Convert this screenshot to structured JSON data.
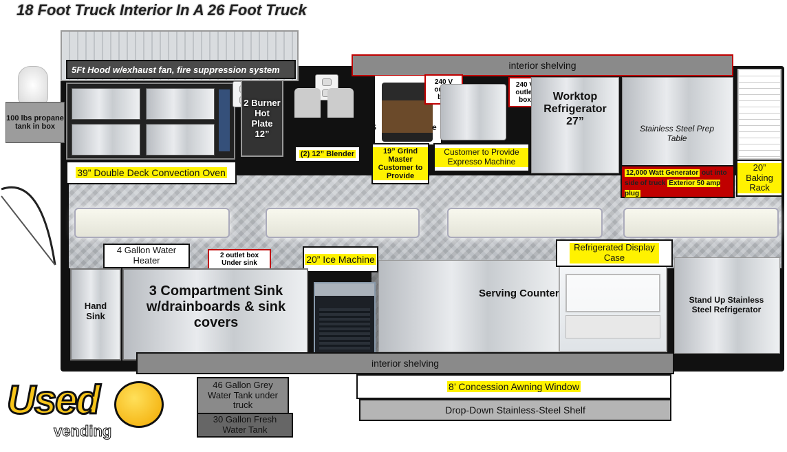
{
  "title": "18 Foot Truck Interior In A 26 Foot Truck",
  "labels": {
    "hood": "5Ft Hood w/exhaust fan, fire suppression  system",
    "interior_shelving_top": "interior shelving",
    "propane": "100 lbs propane tank in box",
    "burner": "2 Burner Hot Plate 12”",
    "blender": "(2) 12” Blender",
    "outlet_240_1": "240 V outlet box",
    "outlet_240_2": "240 V outlet box",
    "worktop_fridge": "Worktop Refrigerator 27”",
    "prep_table": "Stainless Steel Prep Table",
    "grind_master": "19” Grind Master Customer to Provide",
    "espresso": "Customer to Provide Expresso Machine",
    "oven": "39” Double Deck Convection Oven",
    "generator_a": "12,000 Watt Generator",
    "generator_b": "out into side of truck",
    "generator_c": "Exterior 50 amp plug",
    "baking_rack": "20” Baking Rack",
    "water_heater": "4 Gallon Water Heater",
    "outlet_under_sink": "2 outlet box Under sink",
    "ice_machine": "20” Ice Machine",
    "display_case": "Refrigerated Display Case",
    "hand_sink": "Hand Sink",
    "comp_sink": "3 Compartment Sink w/drainboards & sink covers",
    "serving_counter": "Serving Counter",
    "standup_fridge": "Stand Up Stainless Steel Refrigerator",
    "interior_shelving_bottom": "interior shelving",
    "grey_tank": "46 Gallon Grey Water Tank under truck",
    "awning": "8’ Concession Awning Window",
    "fresh_tank": "30 Gallon Fresh Water Tank",
    "shelf": "Drop-Down Stainless-Steel Shelf",
    "partial_s": "S",
    "partial_e": "e"
  },
  "logo": {
    "text": "Used",
    "sub": "vending"
  },
  "colors": {
    "highlight": "#fff200",
    "red_box": "#c00000",
    "dark_label": "#4a4a4a"
  }
}
